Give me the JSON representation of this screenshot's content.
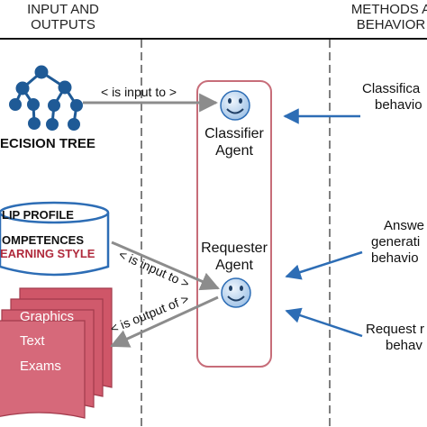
{
  "columns": {
    "left_header": [
      "INPUT AND",
      "OUTPUTS"
    ],
    "right_header": [
      "METHODS A",
      "BEHAVIOR"
    ]
  },
  "inputs": {
    "decision_tree_label": "ECISION TREE",
    "profile_db": {
      "title": "LIP PROFILE",
      "line1": "OMPETENCES",
      "line2": "EARNING STYLE"
    },
    "documents": [
      "Graphics",
      "Text",
      "Exams"
    ]
  },
  "relations": {
    "is_input_to_1": "< is input to >",
    "is_input_to_2": "< is input to >",
    "is_output_of": "< is output of >"
  },
  "agents": {
    "classifier": [
      "Classifier",
      "Agent"
    ],
    "requester": [
      "Requester",
      "Agent"
    ]
  },
  "behaviors": {
    "classification": [
      "Classifica",
      "behavio"
    ],
    "answer_generation": [
      "Answe",
      "generati",
      "behavio"
    ],
    "request": [
      "Request r",
      "behav"
    ]
  },
  "colors": {
    "arrow_blue": "#2d6db5",
    "arrow_gray": "#8c8c8c",
    "agent_box": "#c76d79",
    "tree_node": "#1f5a96",
    "doc_fill": "#d25b6e",
    "db_outline": "#2d6db5",
    "smiley_fill": "#c9dcf0"
  }
}
